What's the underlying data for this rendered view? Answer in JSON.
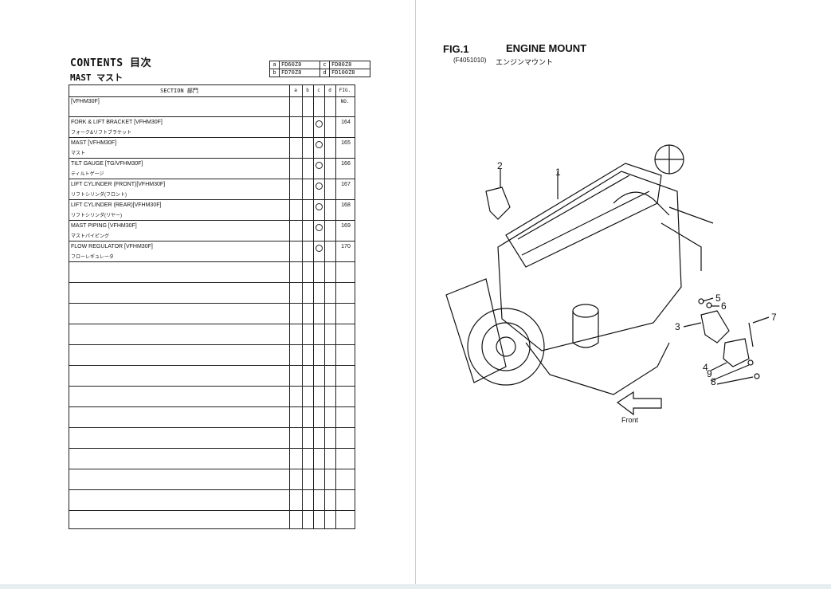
{
  "left_page": {
    "title": "CONTENTS 目次",
    "subtitle": "MAST マスト",
    "models": [
      {
        "key": "a",
        "value": "FD60Z8"
      },
      {
        "key": "c",
        "value": "FD80Z8"
      },
      {
        "key": "b",
        "value": "FD70Z8"
      },
      {
        "key": "d",
        "value": "FD100Z8"
      }
    ],
    "table_header": {
      "section": "SECTION 部門",
      "a": "a",
      "b": "b",
      "c": "c",
      "d": "d",
      "fig": "FIG. NO."
    },
    "rows": [
      {
        "en": "[VFHM30F]",
        "jp": "",
        "mark": false,
        "fig": ""
      },
      {
        "en": "FORK & LIFT BRACKET [VFHM30F]",
        "jp": "フォーク&リフトブラケット",
        "mark": true,
        "fig": "164"
      },
      {
        "en": "MAST [VFHM30F]",
        "jp": "マスト",
        "mark": true,
        "fig": "165"
      },
      {
        "en": "TILT GAUGE [TG/VFHM30F]",
        "jp": "ティルトゲージ",
        "mark": true,
        "fig": "166"
      },
      {
        "en": "LIFT CYLINDER (FRONT)[VFHM30F]",
        "jp": "リフトシリンダ(フロント)",
        "mark": true,
        "fig": "167"
      },
      {
        "en": "LIFT CYLINDER (REAR)[VFHM30F]",
        "jp": "リフトシリンダ(リヤー)",
        "mark": true,
        "fig": "168"
      },
      {
        "en": "MAST PIPING [VFHM30F]",
        "jp": "マストパイピング",
        "mark": true,
        "fig": "169"
      },
      {
        "en": "FLOW REGULATOR [VFHM30F]",
        "jp": "フローレギュレータ",
        "mark": true,
        "fig": "170"
      }
    ]
  },
  "right_page": {
    "fig_label": "FIG.1",
    "fig_code": "(F4051010)",
    "fig_title": "ENGINE MOUNT",
    "fig_title_jp": "エンジンマウント",
    "callouts": [
      "1",
      "2",
      "3",
      "4",
      "5",
      "6",
      "7",
      "8",
      "9"
    ],
    "front_label": "Front"
  }
}
